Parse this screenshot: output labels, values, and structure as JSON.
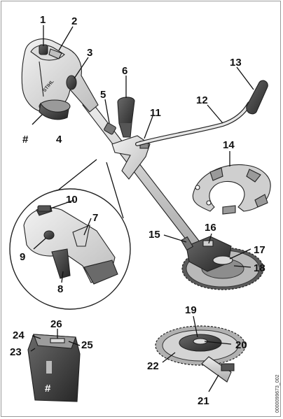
{
  "callouts": {
    "c1": "1",
    "c2": "2",
    "c3": "3",
    "c4": "4",
    "c5": "5",
    "c6": "6",
    "c7": "7",
    "c8": "8",
    "c9": "9",
    "c10": "10",
    "c11": "11",
    "c12": "12",
    "c13": "13",
    "c14": "14",
    "c15": "15",
    "c16": "16",
    "c17": "17",
    "c18": "18",
    "c19": "19",
    "c20": "20",
    "c21": "21",
    "c22": "22",
    "c23": "23",
    "c24": "24",
    "c25": "25",
    "c26": "26",
    "hash_tool": "#",
    "hash_battery": "#"
  },
  "brand_logo_text": "STIHL",
  "figure_code": "0000099673_002"
}
